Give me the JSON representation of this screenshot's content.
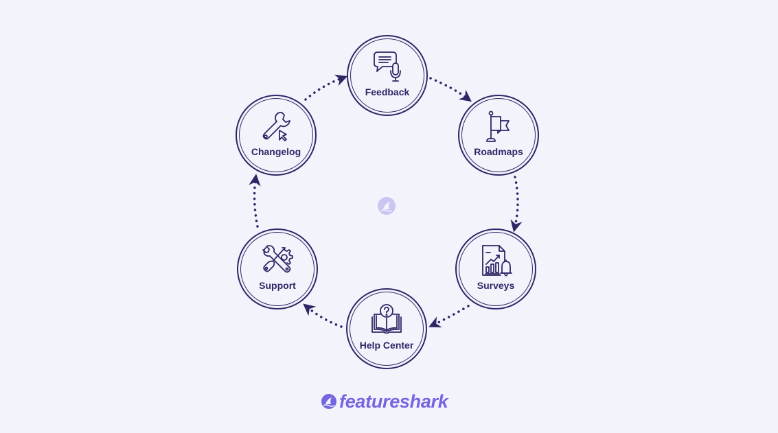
{
  "diagram": {
    "type": "cycle",
    "center_icon": "featureshark-logo-icon",
    "nodes": [
      {
        "id": "feedback",
        "label": "Feedback",
        "icon": "chat-bubble-microphone-icon"
      },
      {
        "id": "roadmaps",
        "label": "Roadmaps",
        "icon": "flag-icon"
      },
      {
        "id": "surveys",
        "label": "Surveys",
        "icon": "report-chart-bell-icon"
      },
      {
        "id": "help_center",
        "label": "Help Center",
        "icon": "open-book-question-icon"
      },
      {
        "id": "support",
        "label": "Support",
        "icon": "wrench-gear-icon"
      },
      {
        "id": "changelog",
        "label": "Changelog",
        "icon": "wrench-cursor-icon"
      }
    ],
    "edges": [
      {
        "from": "feedback",
        "to": "roadmaps"
      },
      {
        "from": "roadmaps",
        "to": "surveys"
      },
      {
        "from": "surveys",
        "to": "help_center"
      },
      {
        "from": "help_center",
        "to": "support"
      },
      {
        "from": "support",
        "to": "changelog"
      },
      {
        "from": "changelog",
        "to": "feedback"
      }
    ]
  },
  "brand": {
    "name": "featureshark",
    "color": "#7466e0"
  },
  "colors": {
    "stroke": "#2d2766",
    "background": "#f3f3fc",
    "accent": "#7466e0"
  }
}
